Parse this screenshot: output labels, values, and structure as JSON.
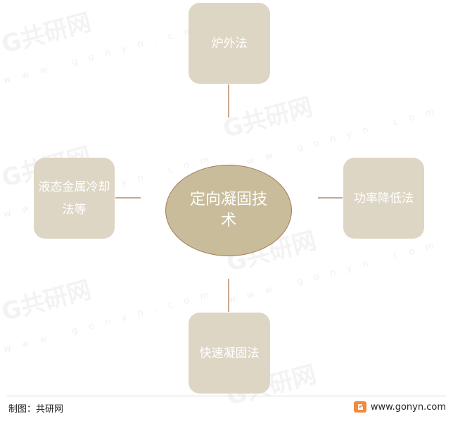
{
  "diagram": {
    "center": {
      "label": "定向凝固技术"
    },
    "nodes": {
      "top": "炉外法",
      "left": "液态金属冷却法等",
      "right": "功率降低法",
      "bottom": "快速凝固法"
    },
    "colors": {
      "box_fill": "#ddd6c4",
      "center_fill": "#c9bc9a",
      "center_border": "#a77a55",
      "connector": "#b58a68"
    }
  },
  "footer": {
    "source": "制图：共研网",
    "site": "www.gonyn.com"
  },
  "watermark": {
    "brand": "共研网",
    "url": "w w w . g o n y n . c o m"
  }
}
